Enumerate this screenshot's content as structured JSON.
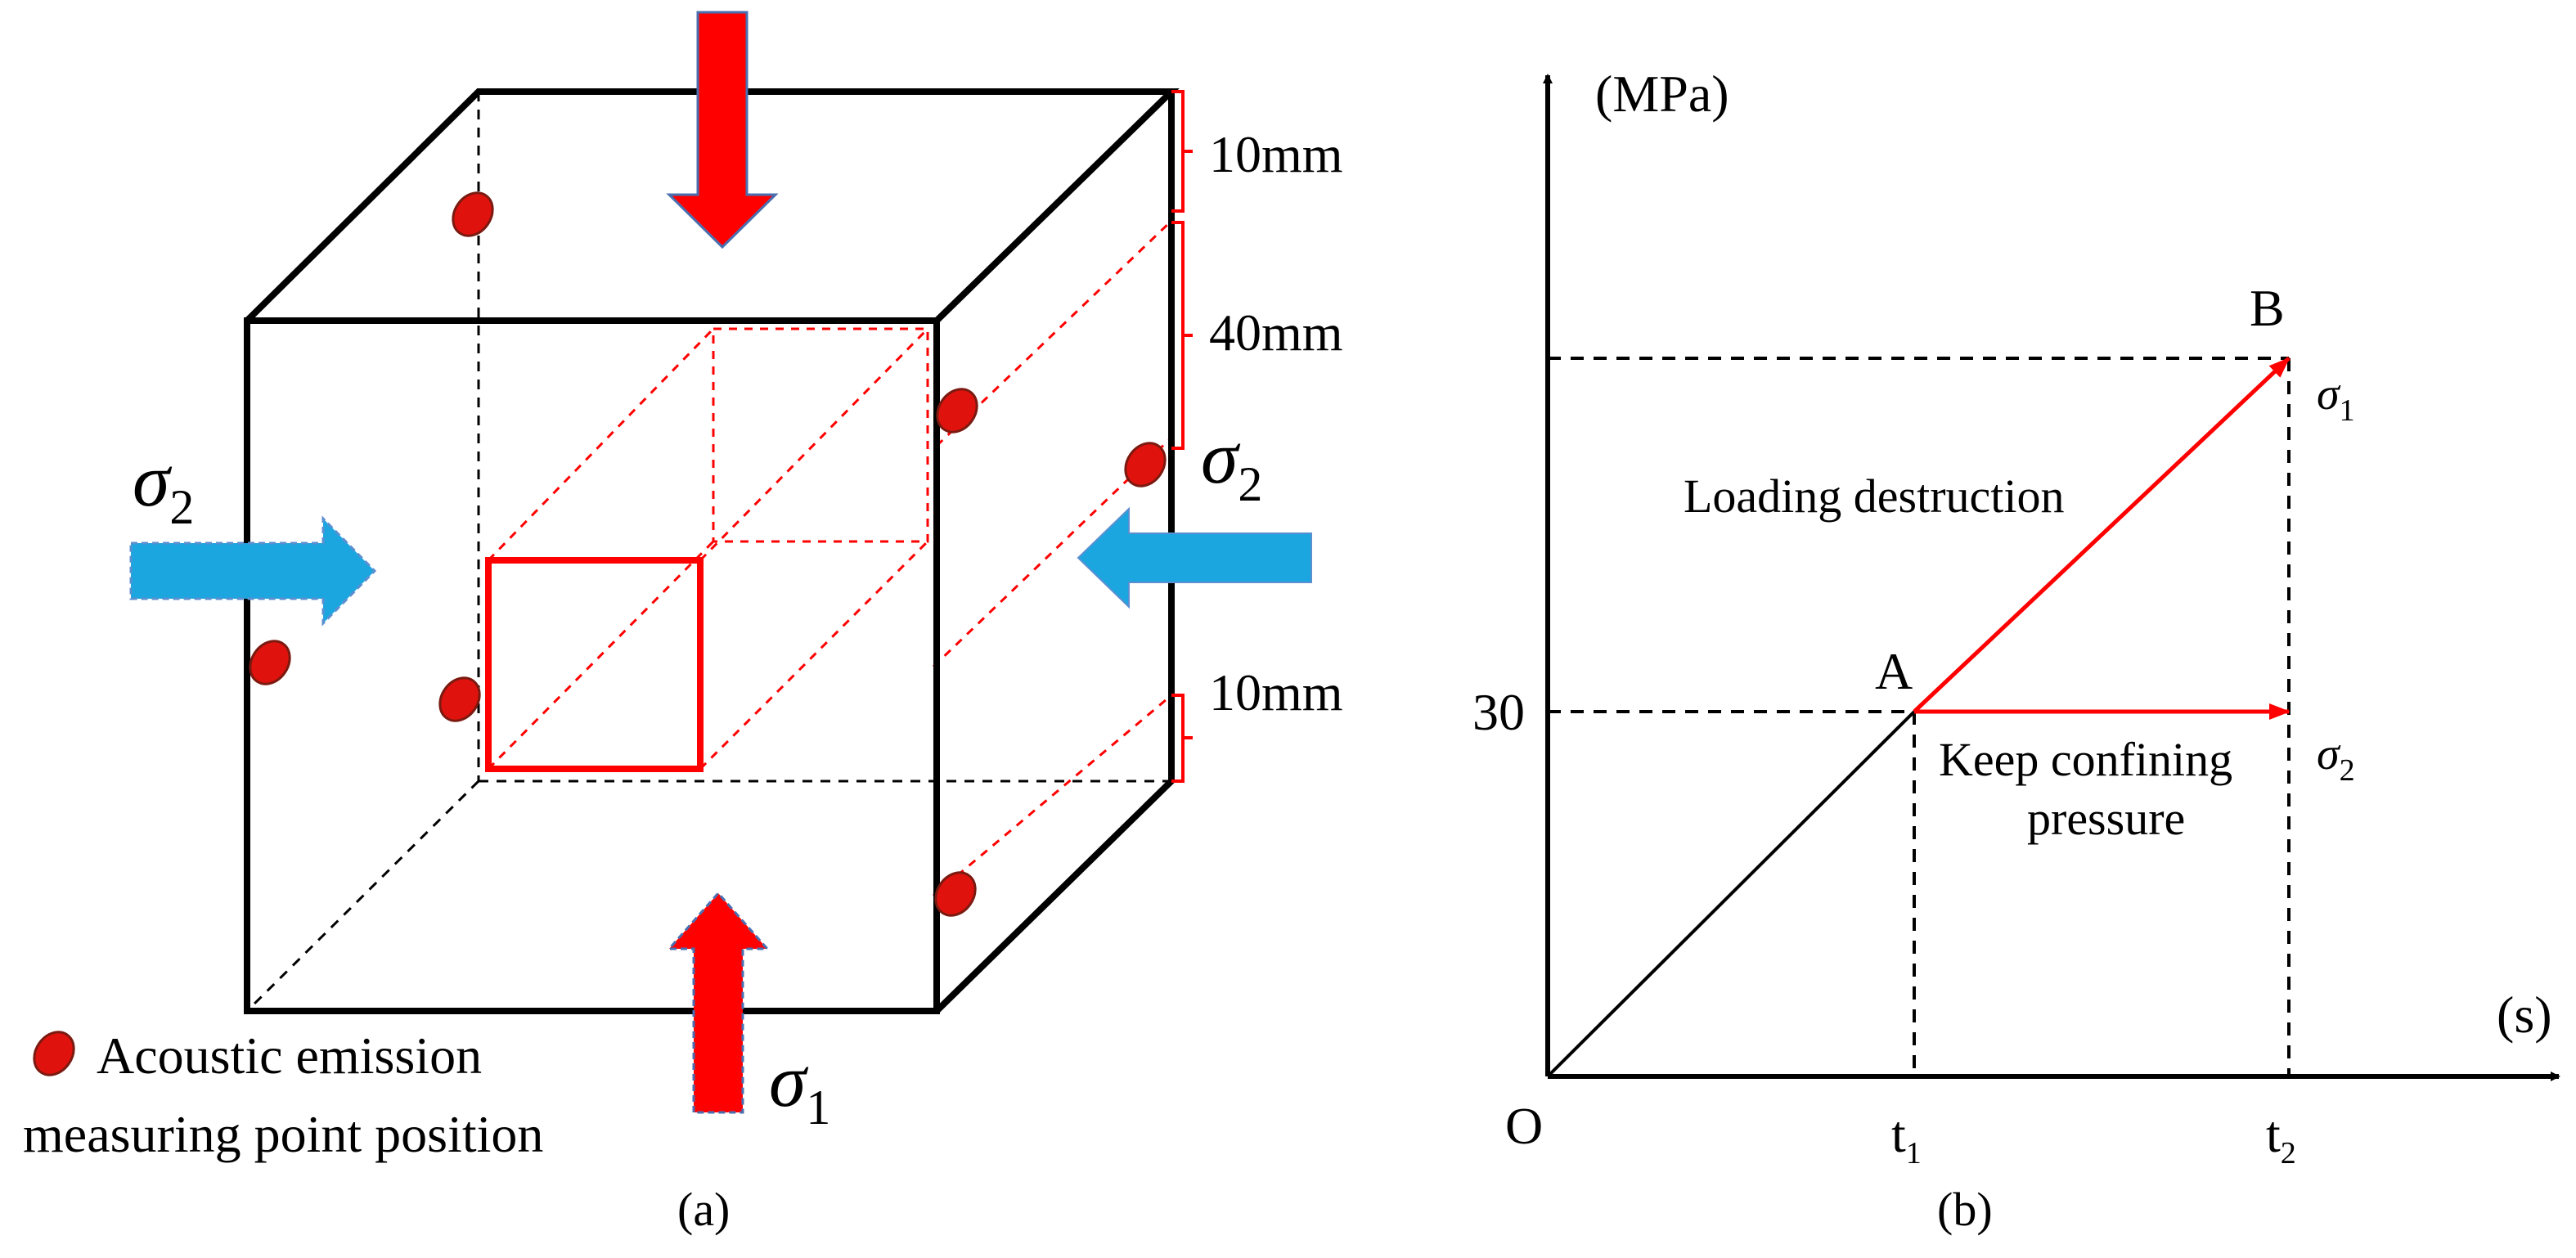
{
  "panel_a": {
    "caption": "(a)",
    "dim_top": "10mm",
    "dim_middle": "40mm",
    "dim_bottom": "10mm",
    "sigma_symbol": "σ",
    "sigma1_sub": "1",
    "sigma2_sub": "2",
    "legend_line1": "Acoustic emission",
    "legend_line2": "measuring point position",
    "colors": {
      "load_arrow": "#ff0000",
      "confining_arrow": "#1ba6e0",
      "sensor": "#e0120e",
      "dashed_section": "#ff0000"
    }
  },
  "panel_b": {
    "caption": "(b)",
    "y_unit": "(MPa)",
    "x_unit": "(s)",
    "origin": "O",
    "y_tick": "30",
    "x_tick1": "t",
    "x_tick1_sub": "1",
    "x_tick2": "t",
    "x_tick2_sub": "2",
    "point_a": "A",
    "point_b": "B",
    "label_loading": "Loading destruction",
    "label_keep1": "Keep confining",
    "label_keep2": "pressure",
    "sigma_symbol": "σ",
    "sigma1_sub": "1",
    "sigma2_sub": "2"
  }
}
